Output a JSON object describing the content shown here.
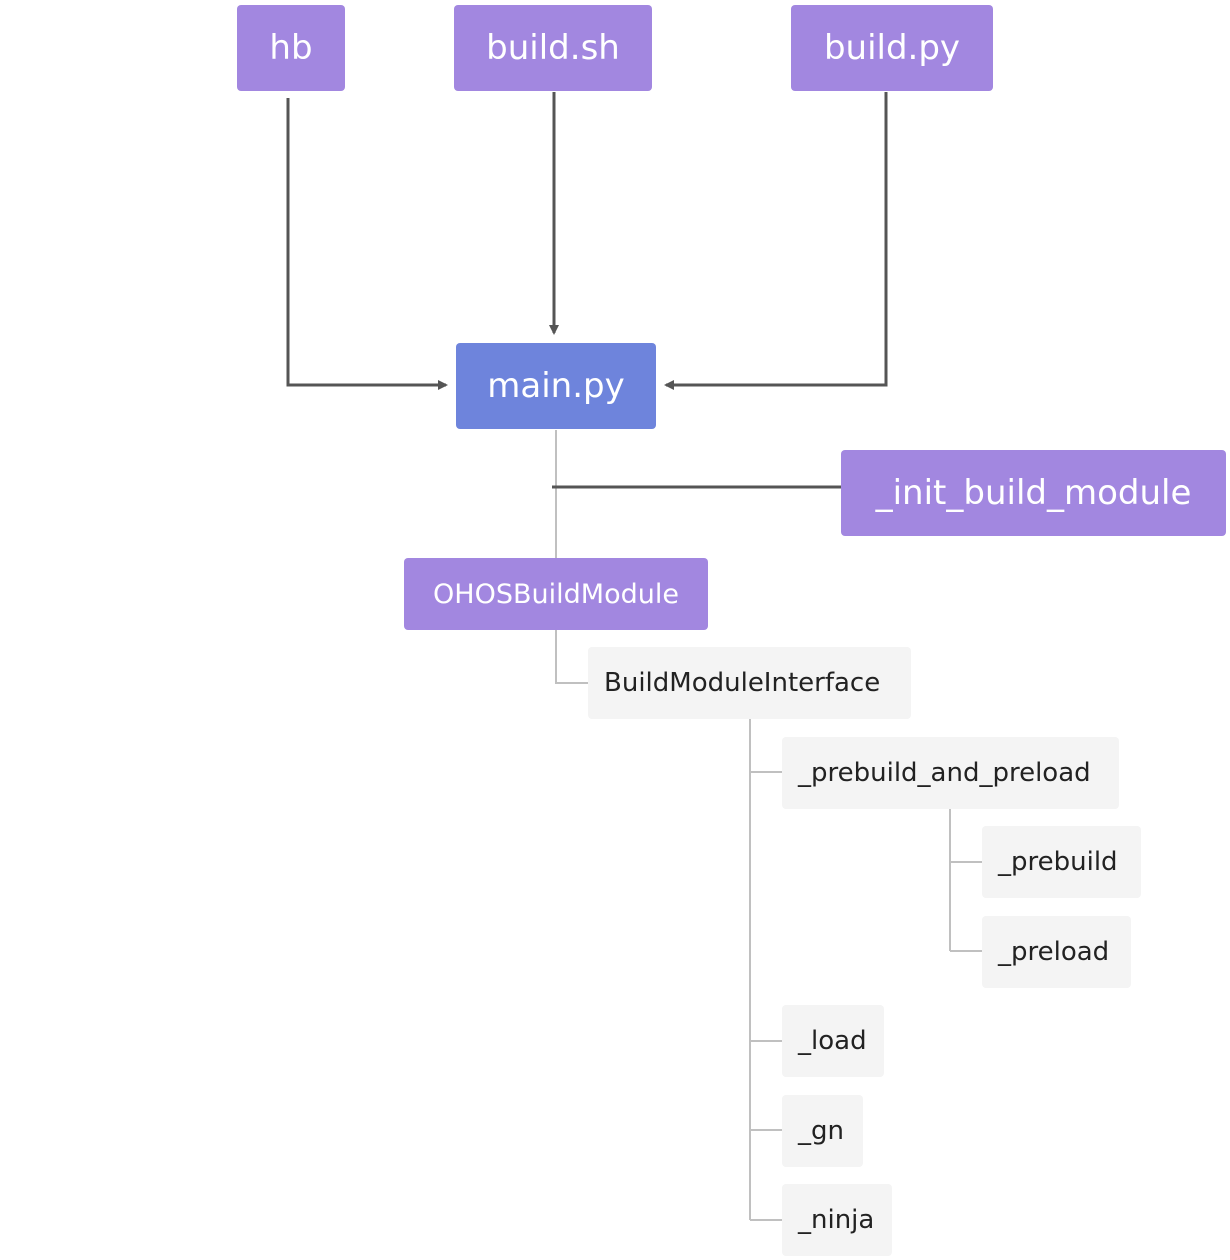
{
  "colors": {
    "entry_fill": "#a287e0",
    "main_fill": "#6e84dc",
    "leaf_fill": "#f4f4f4",
    "arrow": "#555555",
    "tree_line": "#c0c0c0"
  },
  "entry_points": {
    "hb": "hb",
    "build_sh": "build.sh",
    "build_py": "build.py"
  },
  "main_node": "main.py",
  "init_function": "_init_build_module",
  "module_class": "OHOSBuildModule",
  "interface_class": "BuildModuleInterface",
  "methods": {
    "prebuild_and_preload": "_prebuild_and_preload",
    "prebuild": "_prebuild",
    "preload": "_preload",
    "load": "_load",
    "gn": "_gn",
    "ninja": "_ninja"
  }
}
